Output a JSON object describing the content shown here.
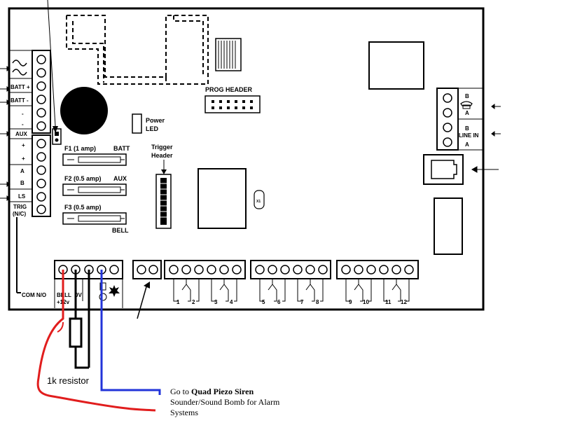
{
  "board": {
    "left_terminals": [
      "BATT +",
      "BATT -",
      "-",
      "-",
      "AUX",
      "+",
      "+",
      "A",
      "B",
      "LS",
      "TRIG",
      "(N/C)"
    ],
    "com_no": "COM  N/O",
    "power_led": [
      "Power",
      "LED"
    ],
    "prog_header": "PROG HEADER",
    "trigger_header": [
      "Trigger",
      "Header"
    ],
    "fuses": {
      "f1": "F1 (1 amp)",
      "f1_name": "BATT",
      "f2": "F2 (0.5 amp)",
      "f2_name": "AUX",
      "f3": "F3 (0.5 amp)",
      "f3_name": "BELL"
    },
    "crystal": "X1",
    "phone": {
      "b1": "B",
      "a1": "A",
      "b2": "B",
      "line_in": "LINE IN",
      "a2": "A"
    },
    "bell_labels": {
      "bell": "BELL",
      "ov": "0V",
      "plus12": "+12v"
    },
    "zone_numbers": [
      "1",
      "2",
      "3",
      "4",
      "5",
      "6",
      "7",
      "8",
      "9",
      "10",
      "11",
      "12"
    ]
  },
  "annotations": {
    "resistor": "1k resistor",
    "siren_prefix": "Go to ",
    "siren_bold": "Quad Piezo Siren",
    "siren_line2": "Sounder/Sound Bomb for Alarm",
    "siren_line3": "Systems"
  },
  "colors": {
    "red_wire": "#e11d1d",
    "blue_wire": "#2234d9",
    "black": "#000000"
  }
}
